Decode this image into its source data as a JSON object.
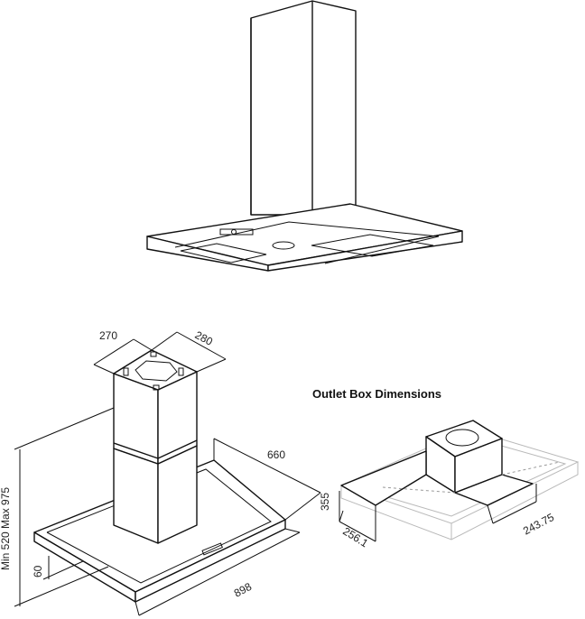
{
  "drawing": {
    "outlet_box_title": "Outlet Box Dimensions",
    "dimensions": {
      "chimney_width": "270",
      "chimney_depth": "280",
      "canopy_depth": "660",
      "canopy_width": "898",
      "height_range": "Min 520 Max 975",
      "canopy_thickness": "60",
      "outlet_box_height": "355",
      "outlet_box_length": "243.75",
      "outlet_box_depth": "256.1"
    }
  }
}
